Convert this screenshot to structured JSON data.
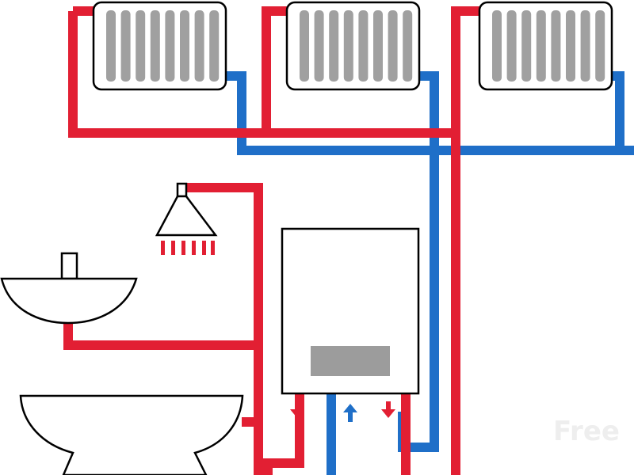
{
  "colors": {
    "hot_pipe": "#e21f33",
    "cold_pipe": "#1f6fc8",
    "radiator_fin": "#a0a0a0",
    "panel": "#9c9c9c",
    "outline": "#000000",
    "background": "#ffffff"
  },
  "diagram": {
    "components": [
      "radiator",
      "radiator",
      "radiator",
      "shower-head",
      "sink",
      "bathtub",
      "gas-boiler"
    ],
    "radiator_fin_count": 8,
    "boiler_connections": [
      "hot-out",
      "cold-in",
      "hot-out"
    ],
    "watermark": "Free"
  }
}
